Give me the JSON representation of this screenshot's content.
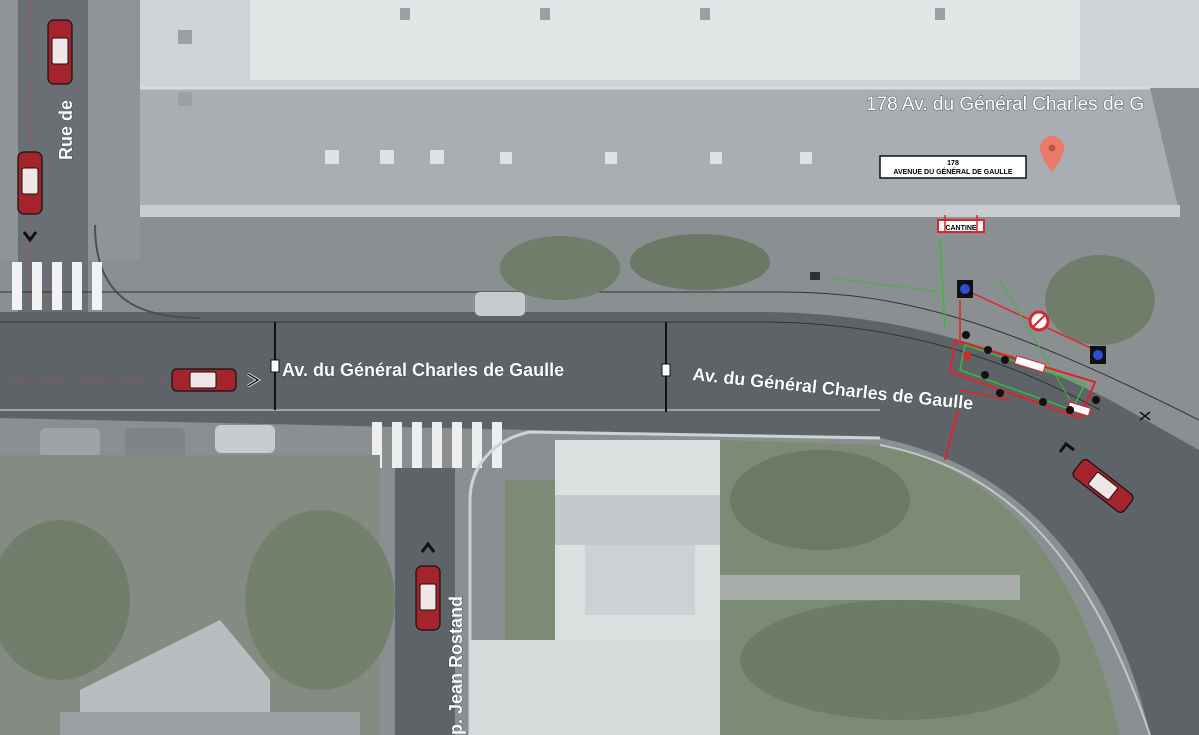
{
  "map": {
    "address_marker_label": "178 Av. du Général Charles de G",
    "address_sign": {
      "number": "178",
      "street": "AVENUE DU GÉNÉRAL DE GAULLE"
    },
    "streets": {
      "avenue_west": "Av. du Général Charles de Gaulle",
      "avenue_east": "Av. du Général Charles de Gaulle",
      "rue_north": "Rue de",
      "jean_rostand": "p. Jean Rostand"
    },
    "worksite": {
      "small_label": "CANTINE"
    },
    "colors": {
      "aerial_base": "#8a8f92",
      "road": "#5b6064",
      "roof": "#a9aeb2",
      "vegetation": "#7c8c74",
      "worksite_red": "#e0222a",
      "worksite_green": "#3cb83c",
      "marker": "#ea7b6a",
      "car_red": "#a3252b"
    },
    "icons": {
      "pin": "map-pin-icon",
      "no_entry": "no-entry-sign-icon",
      "traffic_light": "traffic-light-icon",
      "car": "car-icon",
      "arrow": "direction-arrow-icon"
    }
  }
}
